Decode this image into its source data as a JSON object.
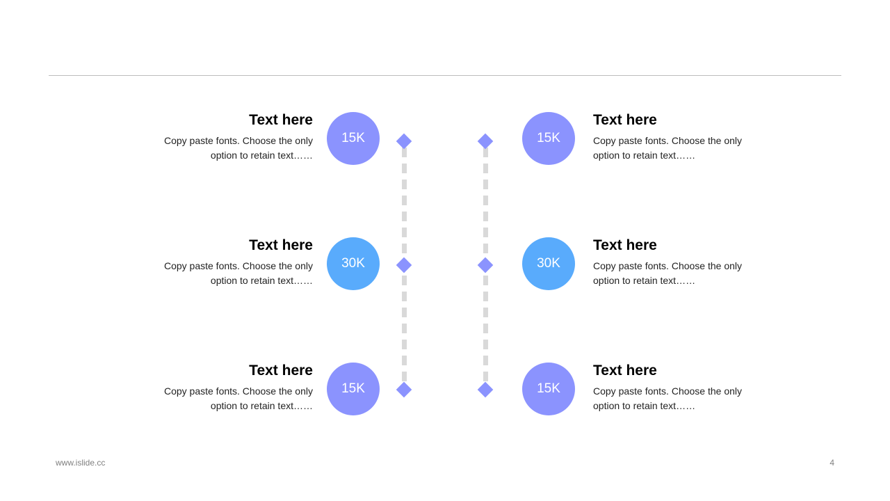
{
  "colors": {
    "purple": "#8b93fe",
    "blue": "#59abfc",
    "connector": "#d9d9d9",
    "diamond": "#8b93fe"
  },
  "items": [
    {
      "title": "Text here",
      "line1": "Copy paste fonts. Choose the only",
      "line2": "option to retain text……",
      "value": "15K"
    },
    {
      "title": "Text here",
      "line1": "Copy paste fonts. Choose the only",
      "line2": "option to retain text……",
      "value": "30K"
    },
    {
      "title": "Text here",
      "line1": "Copy paste fonts. Choose the only",
      "line2": "option to retain text……",
      "value": "15K"
    },
    {
      "title": "Text here",
      "line1": "Copy paste fonts. Choose the only",
      "line2": "option to retain text……",
      "value": "15K"
    },
    {
      "title": "Text here",
      "line1": "Copy paste fonts. Choose the only",
      "line2": "option to retain text……",
      "value": "30K"
    },
    {
      "title": "Text here",
      "line1": "Copy paste fonts. Choose the only",
      "line2": "option to retain text……",
      "value": "15K"
    }
  ],
  "footer": {
    "url": "www.islide.cc",
    "page_number": "4"
  }
}
